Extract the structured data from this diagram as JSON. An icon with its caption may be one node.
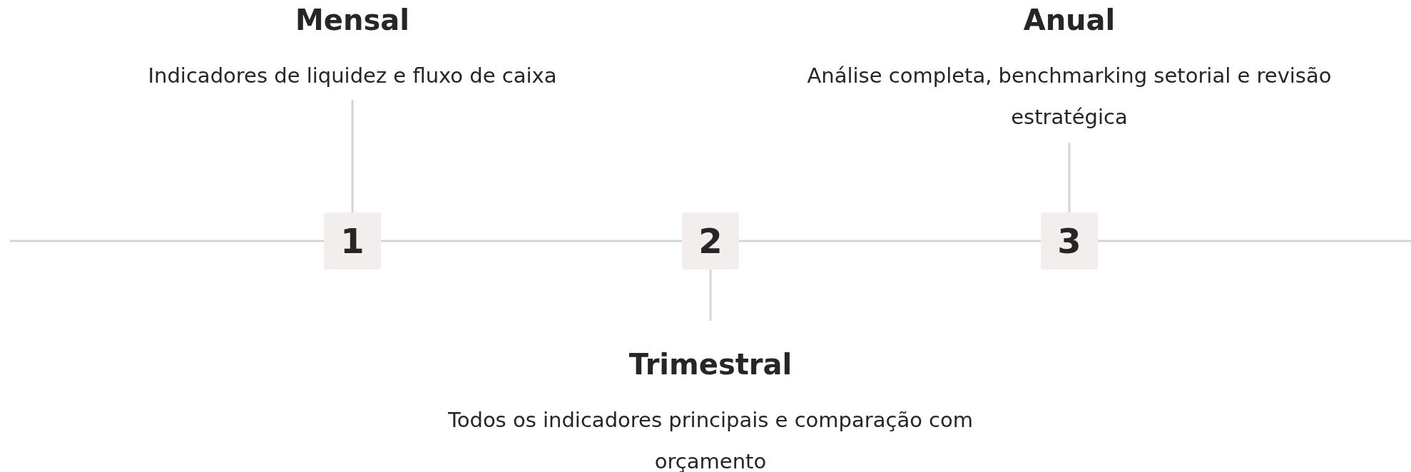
{
  "diagram": {
    "nodes": [
      {
        "text": [
          "Mensal",
          "Indicadores de liquidez e fluxo de caixa"
        ]
      },
      {
        "text": [
          "Anual",
          "Análise completa, benchmarking setorial e revisão estratégica"
        ]
      },
      {
        "text": [
          "1"
        ]
      },
      {
        "text": [
          "2"
        ]
      },
      {
        "text": [
          "3"
        ]
      },
      {
        "text": [
          "Trimestral",
          "Todos os indicadores principais e comparação com orçamento"
        ]
      }
    ],
    "edges": [
      {
        "from": null,
        "to": 2,
        "arrow": "none"
      },
      {
        "from": 2,
        "to": 3,
        "arrow": "none"
      },
      {
        "from": 3,
        "to": 4,
        "arrow": "none"
      },
      {
        "from": 4,
        "to": null,
        "arrow": "none"
      },
      {
        "from": 2,
        "to": 0,
        "arrow": "none"
      },
      {
        "from": 4,
        "to": 1,
        "arrow": "none"
      },
      {
        "from": 3,
        "to": 5,
        "arrow": "none"
      }
    ]
  }
}
